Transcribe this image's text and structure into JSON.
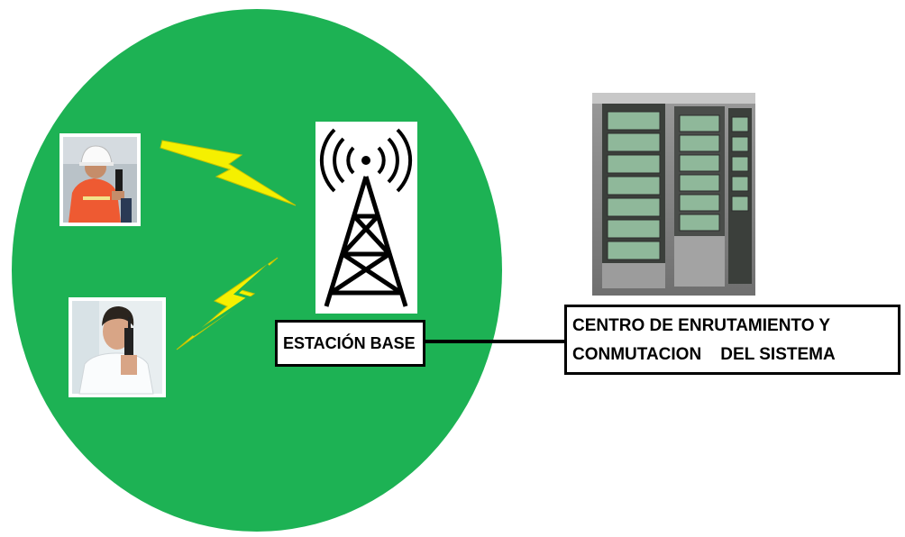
{
  "diagram": {
    "base_station_label": "ESTACIÓN BASE",
    "center_label_line1": "CENTRO DE ENRUTAMIENTO Y",
    "center_label_line2": "CONMUTACION    DEL SISTEMA"
  },
  "colors": {
    "coverage_area": "#1db254",
    "lightning": "#f5f000",
    "link_line": "#000000"
  },
  "icons": [
    "radio-tower-icon",
    "lightning-bolt-icon",
    "worker-radio-photo",
    "man-radio-photo",
    "server-rack-photo"
  ]
}
